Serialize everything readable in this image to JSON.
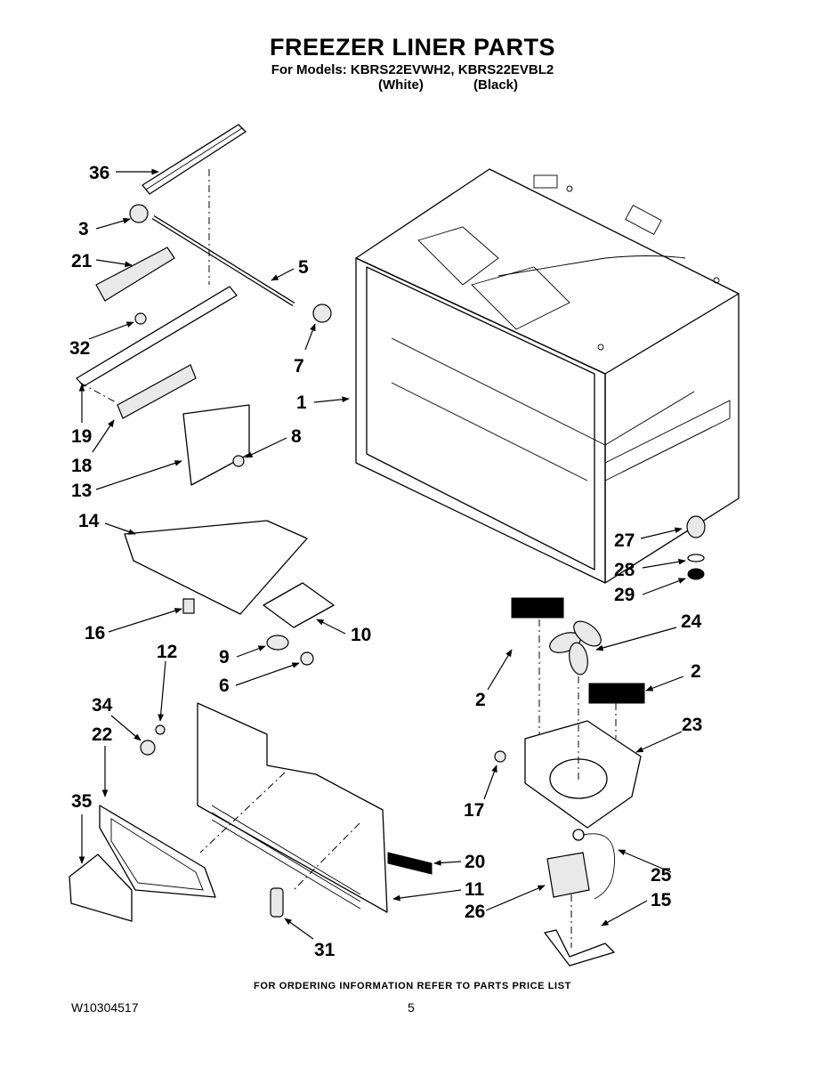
{
  "header": {
    "title": "FREEZER LINER PARTS",
    "models_line": "For Models: KBRS22EVWH2, KBRS22EVBL2",
    "variant_white": "(White)",
    "variant_black": "(Black)"
  },
  "callouts": [
    "36",
    "3",
    "21",
    "5",
    "32",
    "7",
    "19",
    "1",
    "18",
    "8",
    "13",
    "14",
    "27",
    "28",
    "29",
    "16",
    "10",
    "12",
    "9",
    "24",
    "6",
    "34",
    "2",
    "22",
    "23",
    "35",
    "17",
    "20",
    "25",
    "11",
    "26",
    "15",
    "31"
  ],
  "footer": {
    "order_note": "FOR ORDERING INFORMATION REFER TO PARTS PRICE LIST",
    "doc_number": "W10304517",
    "page_number": "5"
  }
}
